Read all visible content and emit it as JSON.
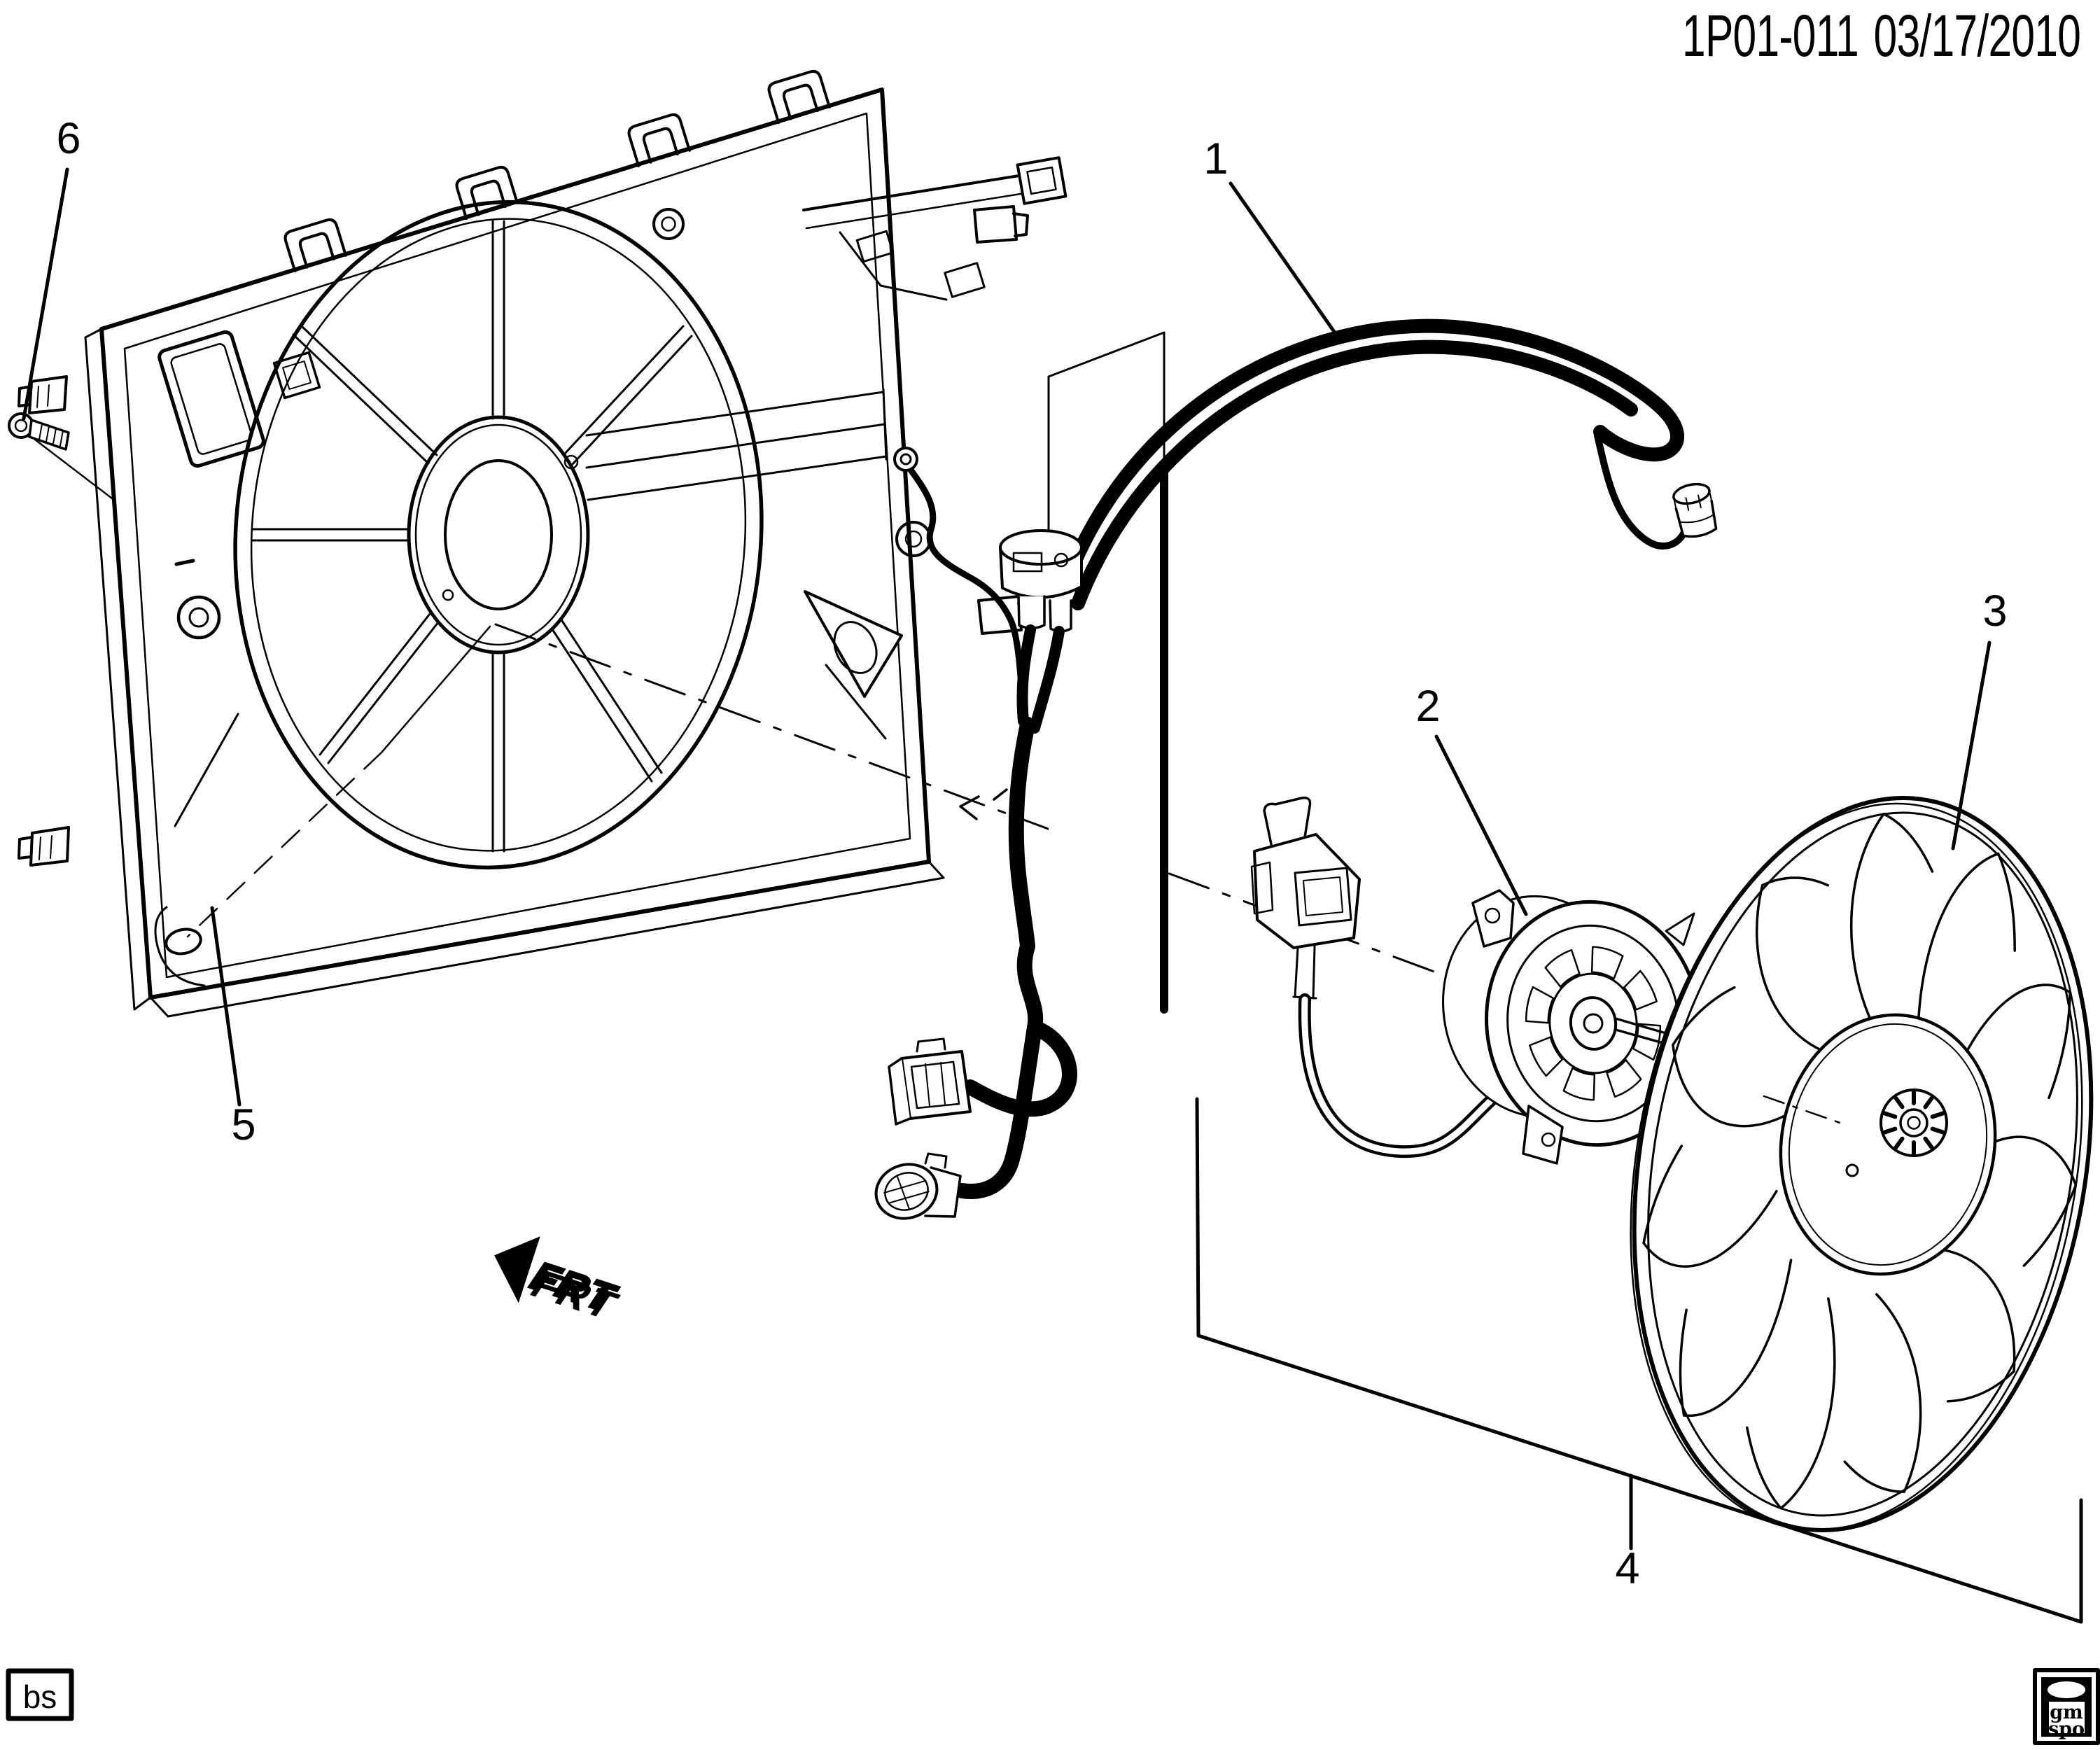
{
  "header": {
    "drawing_number": "1P01-011",
    "date": "03/17/2010"
  },
  "callouts": [
    {
      "label": "1"
    },
    {
      "label": "2"
    },
    {
      "label": "3"
    },
    {
      "label": "4"
    },
    {
      "label": "5"
    },
    {
      "label": "6"
    }
  ],
  "orientation_marker": {
    "label": "FRT"
  },
  "footer": {
    "author_initials": "bs",
    "logo_top": "gm",
    "logo_bottom": "spo"
  },
  "colors": {
    "ink": "#000000",
    "paper": "#ffffff"
  }
}
